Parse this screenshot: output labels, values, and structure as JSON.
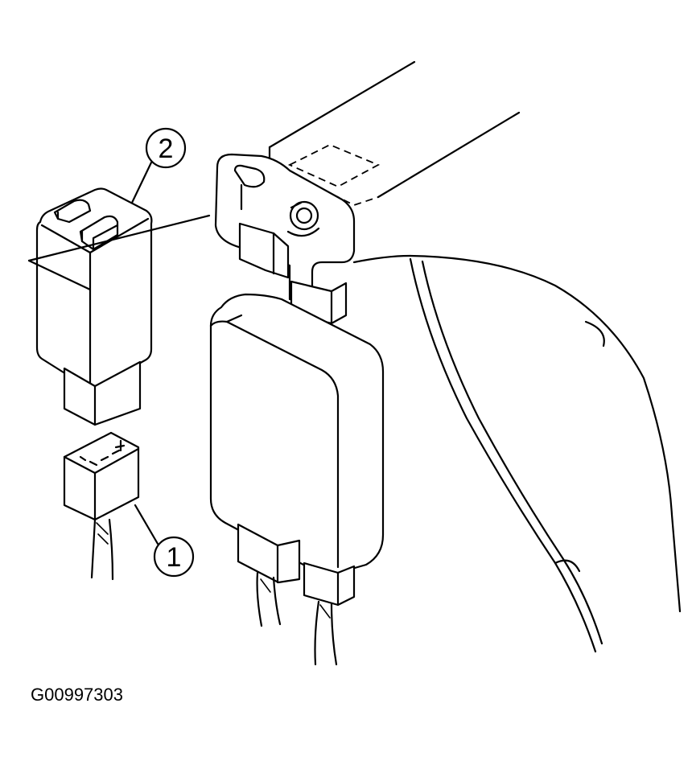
{
  "callouts": [
    {
      "number": "1"
    },
    {
      "number": "2"
    }
  ],
  "figure_code": "G00997303",
  "colors": {
    "ink": "#000000",
    "paper": "#ffffff"
  }
}
